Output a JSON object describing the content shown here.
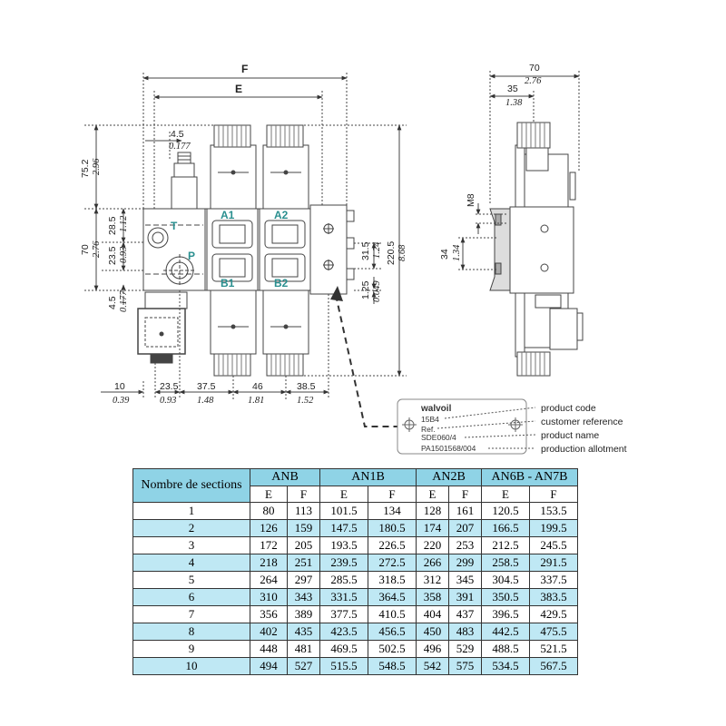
{
  "drawing": {
    "front_dims": {
      "F": "F",
      "E": "E",
      "d4_5": "4.5",
      "d4_5_in": "0.177",
      "d75_2": "75.2",
      "d75_2_in": "2.96",
      "d28_5": "28.5",
      "d28_5_in": "1.12",
      "d70": "70",
      "d70_in": "2.76",
      "d23_5v": "23.5",
      "d23_5v_in": "0.93",
      "d4_5b": "4.5",
      "d4_5b_in": "0.177",
      "d31_5": "31.5",
      "d31_5_in": "1.24",
      "d1_25": "1.25",
      "d1_25_in": "0.049",
      "d220_5": "220.5",
      "d220_5_in": "8.68",
      "d10": "10",
      "d10_in": "0.39",
      "d23_5": "23.5",
      "d23_5_in": "0.93",
      "d37_5": "37.5",
      "d37_5_in": "1.48",
      "d46": "46",
      "d46_in": "1.81",
      "d38_5": "38.5",
      "d38_5_in": "1.52"
    },
    "ports": {
      "t": "T",
      "p": "P",
      "a1": "A1",
      "a2": "A2",
      "b1": "B1",
      "b2": "B2"
    },
    "side_dims": {
      "d70": "70",
      "d70_in": "2.76",
      "d35": "35",
      "d35_in": "1.38",
      "m8": "M8",
      "d34": "34",
      "d34_in": "1.34"
    },
    "label": {
      "brand": "walvoil",
      "line1": "15B4",
      "line2": "Ref.",
      "line3": "SDE060/4",
      "line4": "PA1501568/004"
    },
    "callouts": {
      "product_code": "product code",
      "customer_reference": "customer reference",
      "product_name": "product name",
      "production_allotment": "production allotment"
    },
    "colors": {
      "port_label": "#2a8f8f",
      "header_fill": "#8fd3e6",
      "alt_row_fill": "#bfe8f4"
    }
  },
  "table": {
    "corner_label": "Nombre de sections",
    "groups": [
      "ANB",
      "AN1B",
      "AN2B",
      "AN6B - AN7B"
    ],
    "sub_e": "E",
    "sub_f": "F",
    "rows": [
      [
        "1",
        "80",
        "113",
        "101.5",
        "134",
        "128",
        "161",
        "120.5",
        "153.5"
      ],
      [
        "2",
        "126",
        "159",
        "147.5",
        "180.5",
        "174",
        "207",
        "166.5",
        "199.5"
      ],
      [
        "3",
        "172",
        "205",
        "193.5",
        "226.5",
        "220",
        "253",
        "212.5",
        "245.5"
      ],
      [
        "4",
        "218",
        "251",
        "239.5",
        "272.5",
        "266",
        "299",
        "258.5",
        "291.5"
      ],
      [
        "5",
        "264",
        "297",
        "285.5",
        "318.5",
        "312",
        "345",
        "304.5",
        "337.5"
      ],
      [
        "6",
        "310",
        "343",
        "331.5",
        "364.5",
        "358",
        "391",
        "350.5",
        "383.5"
      ],
      [
        "7",
        "356",
        "389",
        "377.5",
        "410.5",
        "404",
        "437",
        "396.5",
        "429.5"
      ],
      [
        "8",
        "402",
        "435",
        "423.5",
        "456.5",
        "450",
        "483",
        "442.5",
        "475.5"
      ],
      [
        "9",
        "448",
        "481",
        "469.5",
        "502.5",
        "496",
        "529",
        "488.5",
        "521.5"
      ],
      [
        "10",
        "494",
        "527",
        "515.5",
        "548.5",
        "542",
        "575",
        "534.5",
        "567.5"
      ]
    ]
  }
}
